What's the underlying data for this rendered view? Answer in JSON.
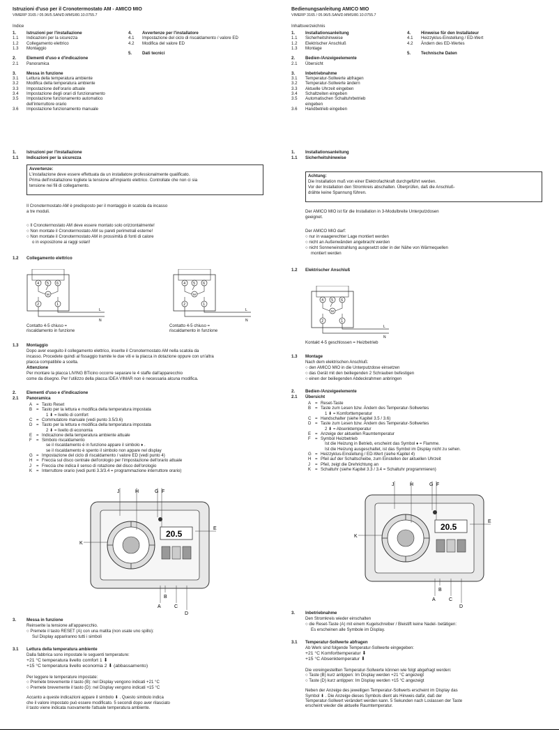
{
  "left": {
    "header": {
      "title": "Istruzioni d'uso per il Cronotermostato AM - AMICO MIO",
      "code": "VIMERP 3165 / 05.96/5.SAN/D.MMS/80.10.0755.7"
    },
    "index": {
      "title": "Indice",
      "col1": [
        {
          "n": "1.",
          "t": "Istruzioni per l'installazione",
          "bold": true
        },
        {
          "n": "1.1",
          "t": "Indicazioni per la sicurezza"
        },
        {
          "n": "1.2",
          "t": "Collegamento elettrico"
        },
        {
          "n": "1.3",
          "t": "Montaggio"
        },
        {
          "n": "2.",
          "t": "Elementi d'uso e d'indicazione",
          "bold": true
        },
        {
          "n": "2.1",
          "t": "Panoramica"
        },
        {
          "n": "3.",
          "t": "Messa in funzione",
          "bold": true
        },
        {
          "n": "3.1",
          "t": "Lettura della temperatura ambiente"
        },
        {
          "n": "3.2",
          "t": "Modifica della temperatura ambiente"
        },
        {
          "n": "3.3",
          "t": "Impostazione dell'orario attuale"
        },
        {
          "n": "3.4",
          "t": "Impostazione degli orari di funzionamento"
        },
        {
          "n": "3.5",
          "t": "Impostazione funzionamento automatico"
        },
        {
          "n": "",
          "t": "dell'interruttore orario"
        },
        {
          "n": "3.6",
          "t": "Impostazione funzionamento manuale"
        }
      ],
      "col2": [
        {
          "n": "4.",
          "t": "Avvertenze per l'installatore",
          "bold": true
        },
        {
          "n": "4.1",
          "t": "Impostazione del ciclo di riscaldamento / valore ED"
        },
        {
          "n": "4.2",
          "t": "Modifica del valore ED"
        },
        {
          "n": "5.",
          "t": "Dati tecnici",
          "bold": true
        }
      ]
    },
    "s1": {
      "n": "1.",
      "t": "Istruzioni per l'installazione"
    },
    "s11": {
      "n": "1.1",
      "t": "Indicazioni per la sicurezza"
    },
    "warning": {
      "title": "Avvertenze:",
      "lines": [
        "L'installazione deve essere effettuata da un installatore professionalmente qualificato.",
        "Prima dell'installazione togliete la tensione all'impianto elettrico. Controllate che non ci sia",
        "tensione nei fili di collegamento."
      ]
    },
    "intro": [
      "Il Cronotermostato AM è predisposto per il montaggio in scatola da incasso",
      "a tre moduli."
    ],
    "bullets": [
      "Il Cronotermostato AM deve essere montato solo orizzontalmente!",
      "Non montate il Cronotermostato AM su pareti perimetrali esterne!",
      "Non montate il Cronotermostato AM in prossimità di fonti di calore",
      "o in esposizione ai raggi solari!"
    ],
    "s12": {
      "n": "1.2",
      "t": "Collegamento elettrico"
    },
    "diag": {
      "cap1": [
        "Contatto 4-5 chiuso =",
        "riscaldamento in funzione"
      ],
      "cap2": [
        "Contatto 4-5 chiuso =",
        "riscaldamento in funzione"
      ],
      "labels": [
        "4",
        "5",
        "6",
        "M",
        "2",
        "1",
        "L",
        "N"
      ]
    },
    "s13": {
      "n": "1.3",
      "t": "Montaggio"
    },
    "montaggio": [
      "Dopo aver eseguito il collegamento elettrico, inserite il Cronotermostato AM nella scatola da",
      "incasso. Procedete quindi al fissaggio tramite le due viti e la placca in dotazione oppure con un'altra",
      "placca compatibile a scelta."
    ],
    "attenzione": {
      "title": "Attenzione",
      "lines": [
        "Per montare la placca LIVING BTicino occorre separare le 4 staffe dall'apparecchio",
        "come da disegno. Per l'utilizzo della placca IDEA VIMAR non è necessaria alcuna modifica."
      ]
    },
    "s2": {
      "n": "2.",
      "t": "Elementi d'uso e d'indicazione"
    },
    "s21": {
      "n": "2.1",
      "t": "Panoramica"
    },
    "legend": [
      {
        "k": "A",
        "t": "Tasto Reset"
      },
      {
        "k": "B",
        "t": "Tasto per la lettura e modifica della temperatura impostata"
      },
      {
        "k": "",
        "t": "1 ⬇ = livello di comfort"
      },
      {
        "k": "C",
        "t": "Commutatore manuale (vedi punto 3.5/3.6)"
      },
      {
        "k": "D",
        "t": "Tasto per la lettura e modifica della temperatura impostata"
      },
      {
        "k": "",
        "t": "2 ⬇ = livello di economia"
      },
      {
        "k": "E",
        "t": "Indicazione della temperatura ambiente attuale"
      },
      {
        "k": "F",
        "t": "Simbolo riscaldamento"
      },
      {
        "k": "",
        "t": "se il riscaldamento è in funzione appare il simbolo ♦ ."
      },
      {
        "k": "",
        "t": "se il riscaldamento è spento il simbolo non appare nel display"
      },
      {
        "k": "G",
        "t": "Impostazione del ciclo di riscaldamento / valore ED (vedi punto 4)"
      },
      {
        "k": "H",
        "t": "Freccia sul disco centrale dell'orologio per l'impostazione dell'orario attuale"
      },
      {
        "k": "J",
        "t": "Freccia che indica il senso di rotazione del disco dell'orologio"
      },
      {
        "k": "K",
        "t": "Interruttore orario (vedi punti 3.3/3.4 = programmazione interruttore orario)"
      }
    ],
    "device": {
      "display": "20.5",
      "letters": [
        "J",
        "H",
        "G",
        "F",
        "E",
        "K",
        "A",
        "B",
        "C",
        "D"
      ]
    },
    "s3": {
      "n": "3.",
      "t": "Messa in funzione"
    },
    "s3_lines": [
      "Reinserite la tensione all'apparecchio.",
      "Premete il tasto RESET (A) con una matita (non usate uno spillo):",
      "Sul Display appariranno tutti i simboli"
    ],
    "s31": {
      "n": "3.1",
      "t": "Lettura della temperatura ambiente"
    },
    "s31_lines": [
      "Dalla fabbrica sono impostate le seguenti temperature:",
      "+21 °C temperatura livello comfort 1 ⬇",
      "+15 °C temperatura livello economia 2 ⬇ (abbassamento)"
    ],
    "s31_more": [
      "Per leggere le temperature impostate:",
      "Premete brevemente il tasto (B): nel Display vengono indicati +21 °C",
      "Premete brevemente il tasto (D): nel Display vengono indicati +15 °C",
      "",
      "Accanto a queste indicazioni appare il simbolo ⬇ . Questo simbolo indica",
      "che il valore impostato può essere modificato. 5 secondi dopo aver rilasciato",
      "il tasto viene indicata nuovamente l'attuale temperatura ambiente."
    ]
  },
  "right": {
    "header": {
      "title": "Bedienungsanleitung AMICO MIO",
      "code": "VIMERP 3165 / 05.96/5.SAN/D.MMS/80.10.0755.7"
    },
    "index": {
      "title": "Inhaltsverzeichnis",
      "col1": [
        {
          "n": "1.",
          "t": "Installationsanleitung",
          "bold": true
        },
        {
          "n": "1.1",
          "t": "Sicherheitshinweise"
        },
        {
          "n": "1.2",
          "t": "Elektrischer Anschluß"
        },
        {
          "n": "1.3",
          "t": "Montage"
        },
        {
          "n": "2.",
          "t": "Bedien-/Anzeigeelemente",
          "bold": true
        },
        {
          "n": "2.1",
          "t": "Übersicht"
        },
        {
          "n": "3.",
          "t": "Inbetriebnahme",
          "bold": true
        },
        {
          "n": "3.1",
          "t": "Temperatur-Sollwerte abfragen"
        },
        {
          "n": "3.2",
          "t": "Temperatur-Sollwerte ändern"
        },
        {
          "n": "3.3",
          "t": "Aktuelle Uhrzeit eingeben"
        },
        {
          "n": "3.4",
          "t": "Schaltzeiten eingeben"
        },
        {
          "n": "3.5",
          "t": "Automatischen Schaltuhrbetrieb"
        },
        {
          "n": "",
          "t": "eingeben"
        },
        {
          "n": "3.6",
          "t": "Handbetrieb eingeben"
        }
      ],
      "col2": [
        {
          "n": "4.",
          "t": "Hinweise für den Installateur",
          "bold": true
        },
        {
          "n": "4.1",
          "t": "Heizzyklus-Einstellung / ED-Wert"
        },
        {
          "n": "4.2",
          "t": "Ändern des ED-Wertes"
        },
        {
          "n": "5.",
          "t": "Technische Daten",
          "bold": true
        }
      ]
    },
    "s1": {
      "n": "1.",
      "t": "Installationsanleitung"
    },
    "s11": {
      "n": "1.1",
      "t": "Sicherheitshinweise"
    },
    "warning": {
      "title": "Achtung:",
      "lines": [
        "Die Installation muß von einer Elektrofachkraft durchgeführt werden.",
        "Vor der Installation den Stromkreis abschalten. Überprüfen, daß die Anschluß-",
        "drähte keine Spannung führen."
      ]
    },
    "intro": [
      "Der AMICO MIO ist für die Installation in 3-Modulbreite Unterputzdosen",
      "geeignet."
    ],
    "bullets_title": "Der AMICO MIO darf:",
    "bullets": [
      "nur in waagerechter Lage montiert werden",
      "nicht an Außenwänden angebracht werden",
      "nicht Sonneneinstrahlung ausgesetzt oder in der Nähe von Wärmequellen",
      "montiert werden"
    ],
    "s12": {
      "n": "1.2",
      "t": "Elektrischer Anschluß"
    },
    "diag": {
      "cap": [
        "Kontakt 4-5 geschlossen = Heizbetrieb"
      ]
    },
    "s13": {
      "n": "1.3",
      "t": "Montage"
    },
    "montage": [
      "Nach dem elektrischen Anschluß:",
      "den AMICO MIO in die Unterputzdose einsetzen",
      "das Gerät mit den beiliegenden 2 Schrauben befestigen",
      "einen der beiliegenden Abdeckrahmen anbringen"
    ],
    "s2": {
      "n": "2.",
      "t": "Bedien-/Anzeigeelemente"
    },
    "s21": {
      "n": "2.1",
      "t": "Übersicht"
    },
    "legend": [
      {
        "k": "A",
        "t": "Reset-Taste"
      },
      {
        "k": "B",
        "t": "Taste zum Lesen bzw. Ändern des Temperatur-Sollwertes"
      },
      {
        "k": "",
        "t": "1 ⬇ = Komforttemperatur"
      },
      {
        "k": "C",
        "t": "Handschalter (siehe Kapitel 3.5 / 3.6)"
      },
      {
        "k": "D",
        "t": "Taste zum Lesen bzw. Ändern des Temperatur-Sollwertes"
      },
      {
        "k": "",
        "t": "2 ⬇ = Absenktemperatur"
      },
      {
        "k": "E",
        "t": "Anzeige der aktuellen Raumtemperatur"
      },
      {
        "k": "F",
        "t": "Symbol Heizbetrieb"
      },
      {
        "k": "",
        "t": "Ist die Heizung in Betrieb, erscheint das Symbol ♦ = Flamme."
      },
      {
        "k": "",
        "t": "Ist die Heizung ausgeschaltet, ist das Symbol im Display nicht zu sehen."
      },
      {
        "k": "G",
        "t": "Heizzyklus-Einstellung / ED-Wert (siehe Kapitel 4)"
      },
      {
        "k": "H",
        "t": "Pfeil auf der Schaltscheibe, zum Einstellen der aktuellen Uhrzeit"
      },
      {
        "k": "J",
        "t": "Pfeil, zeigt die Drehrichtung an"
      },
      {
        "k": "K",
        "t": "Schaltuhr (siehe Kapitel 3.3 / 3.4 = Schaltuhr programmieren)"
      }
    ],
    "s3": {
      "n": "3.",
      "t": "Inbetriebnahme"
    },
    "s3_lines": [
      "Den Stromkreis wieder einschalten",
      "die Reset-Taste (A) mit einem Kugelschreiber / Bleistift keine Nadel- betätigen:",
      "Es erscheinen alle Symbole im Display."
    ],
    "s31": {
      "n": "3.1",
      "t": "Temperatur-Sollwerte abfragen"
    },
    "s31_lines": [
      "Ab Werk sind folgende Temperatur-Sollwerte eingegeben:",
      "+21 °C Komforttemperatur ⬇",
      "+15 °C Absenktemperatur ⬇"
    ],
    "s31_more": [
      "Die voreingestellten Temperatur-Sollwerte können wie folgt abgefragt werden:",
      "Taste (B) kurz antippen: Im Display werden +21 °C angezeigt",
      "Taste (D) kurz antippen: Im Display werden +15 °C angezeigt",
      "",
      "Neben der Anzeige des jeweiligen Temperatur-Sollwerts erscheint im Display das",
      "Symbol ⬇ . Die Anzeige dieses Symbols dient als Hinweis dafür, daß der",
      "Temperatur-Sollwert verändert werden kann. 5 Sekunden nach Loslassen der Taste",
      "erscheint wieder die aktuelle Raumtemperatur."
    ]
  }
}
